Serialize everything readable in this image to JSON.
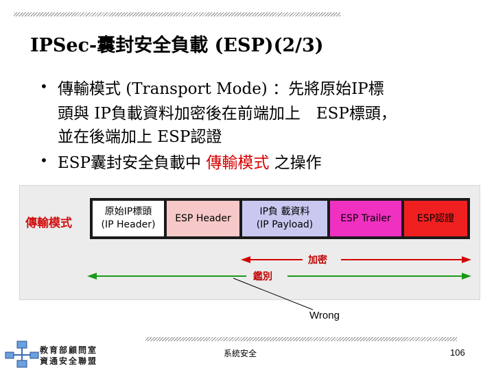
{
  "slide": {
    "title": "IPSec-囊封安全負載 (ESP)(2/3)",
    "bullets": [
      {
        "lines": [
          "傳輸模式 (Transport Mode) ：先將原始IP標",
          "頭與 IP負載資料加密後在前端加上　ESP標頭，",
          "並在後端加上 ESP認證"
        ]
      },
      {
        "prefix": "ESP囊封安全負載中 ",
        "highlight": "傳輸模式",
        "suffix": " 之操作"
      }
    ]
  },
  "diagram": {
    "mode_label": "傳輸模式",
    "segments": [
      {
        "line1": "原始IP標頭",
        "line2": "(IP Header)",
        "color": "#ffffff"
      },
      {
        "line1": "ESP Header",
        "line2": "",
        "color": "#f6c8c8"
      },
      {
        "line1": "IP負 載資料",
        "line2": "(IP Payload)",
        "color": "#c8c8f0"
      },
      {
        "line1": "ESP Trailer",
        "line2": "",
        "color": "#f030c0"
      },
      {
        "line1": "ESP認證",
        "line2": "",
        "color": "#f02020"
      }
    ],
    "encrypt_label": "加密",
    "auth_label": "鑑別",
    "arrow_color_encrypt": "#d40000",
    "arrow_color_auth": "#1a9a1a",
    "annotation": "Wrong"
  },
  "footer": {
    "center_text": "系統安全",
    "page_number": "106",
    "logo_line1": "教育部顧問室",
    "logo_line2": "資通安全聯盟"
  }
}
